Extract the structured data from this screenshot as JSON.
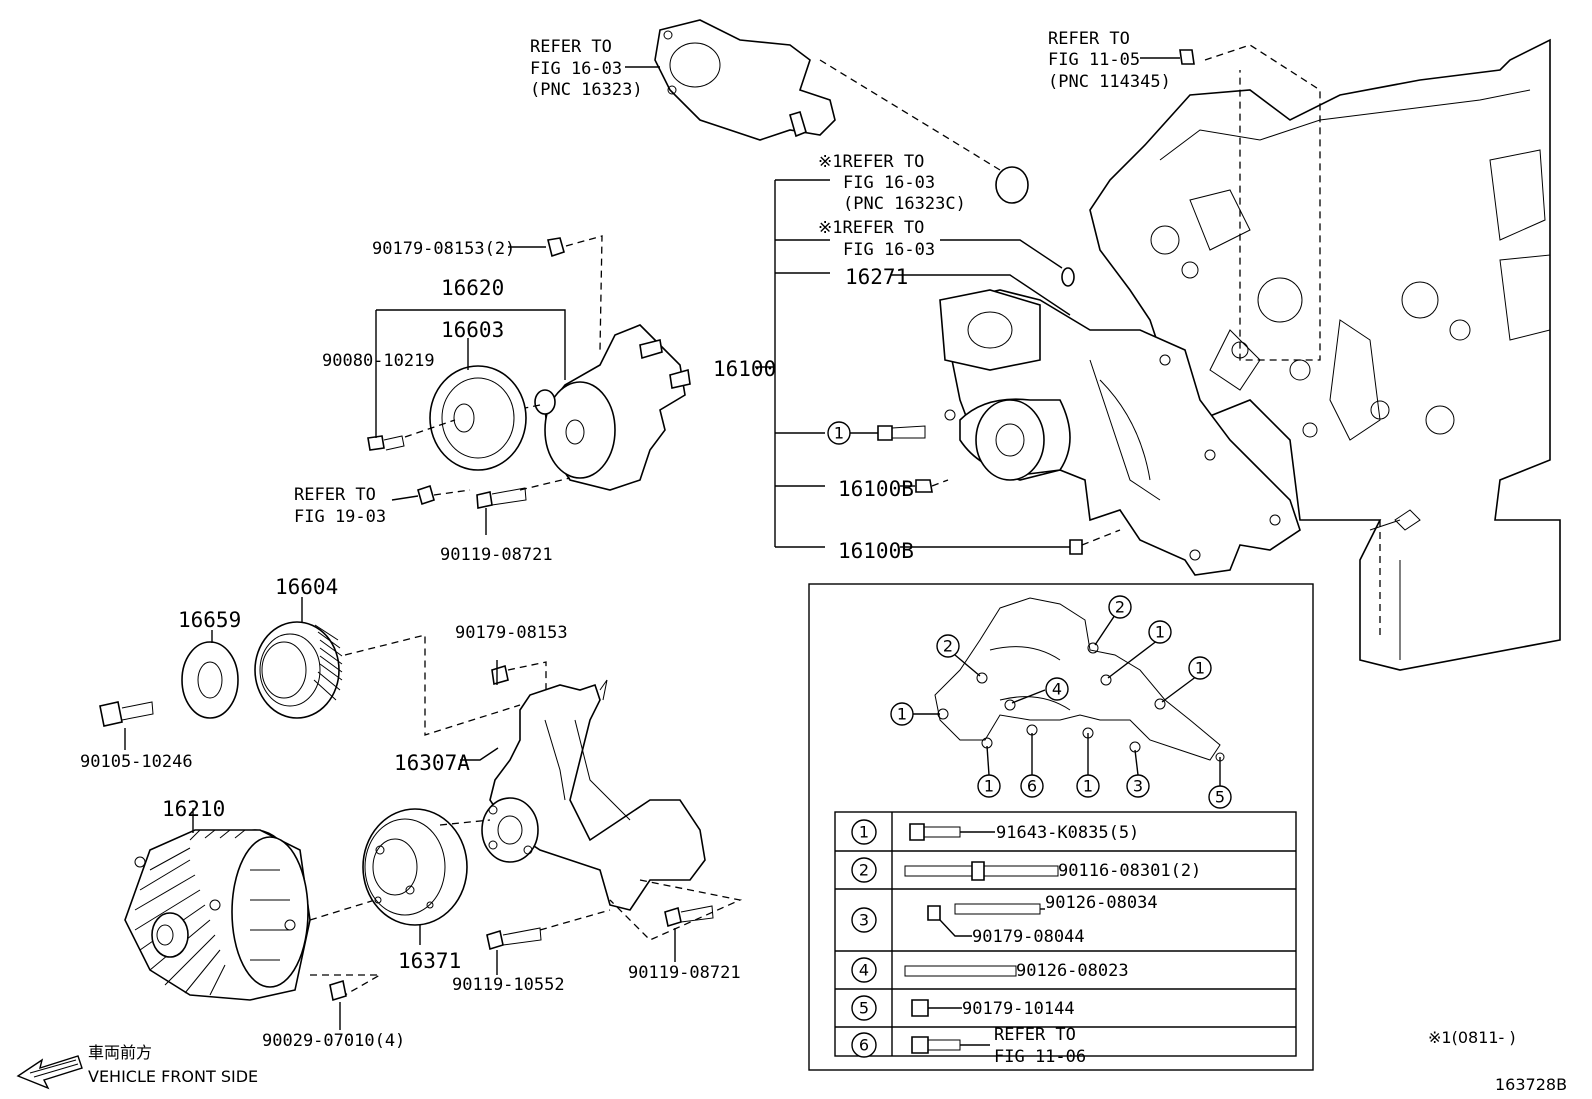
{
  "refs": {
    "r1": [
      "REFER TO",
      "FIG 16-03",
      "(PNC 16323)"
    ],
    "r2": [
      "REFER TO",
      "FIG 11-05",
      "(PNC 114345)"
    ],
    "r3": [
      "※1REFER TO",
      "FIG 16-03",
      "(PNC 16323C)"
    ],
    "r4": [
      "※1REFER TO",
      "FIG 16-03"
    ],
    "r5": [
      "REFER TO",
      "FIG 19-03"
    ]
  },
  "parts": {
    "p90179_08153_2": "90179-08153(2)",
    "p16620": "16620",
    "p16603": "16603",
    "p90080_10219": "90080-10219",
    "p90119_08721_a": "90119-08721",
    "p16271": "16271",
    "p16100": "16100",
    "p16100B_a": "16100B",
    "p16100B_b": "16100B",
    "p16604": "16604",
    "p16659": "16659",
    "p90179_08153": "90179-08153",
    "p90105_10246": "90105-10246",
    "p16307A": "16307A",
    "p16210": "16210",
    "p16371": "16371",
    "p90119_10552": "90119-10552",
    "p90119_08721_b": "90119-08721",
    "p90029_07010_4": "90029-07010(4)"
  },
  "inset_callouts": [
    "2",
    "1",
    "2",
    "1",
    "1",
    "4",
    "1",
    "6",
    "1",
    "3",
    "5"
  ],
  "legend": [
    {
      "num": "1",
      "lines": [
        "91643-K0835(5)"
      ]
    },
    {
      "num": "2",
      "lines": [
        "90116-08301(2)"
      ]
    },
    {
      "num": "3",
      "lines": [
        "90126-08034",
        "90179-08044"
      ]
    },
    {
      "num": "4",
      "lines": [
        "90126-08023"
      ]
    },
    {
      "num": "5",
      "lines": [
        "90179-10144"
      ]
    },
    {
      "num": "6",
      "lines": [
        "REFER TO",
        "FIG 11-06"
      ]
    }
  ],
  "footer": {
    "jp": "車両前方",
    "front": "VEHICLE FRONT SIDE",
    "note": "※1(0811-    )",
    "code": "163728B"
  }
}
